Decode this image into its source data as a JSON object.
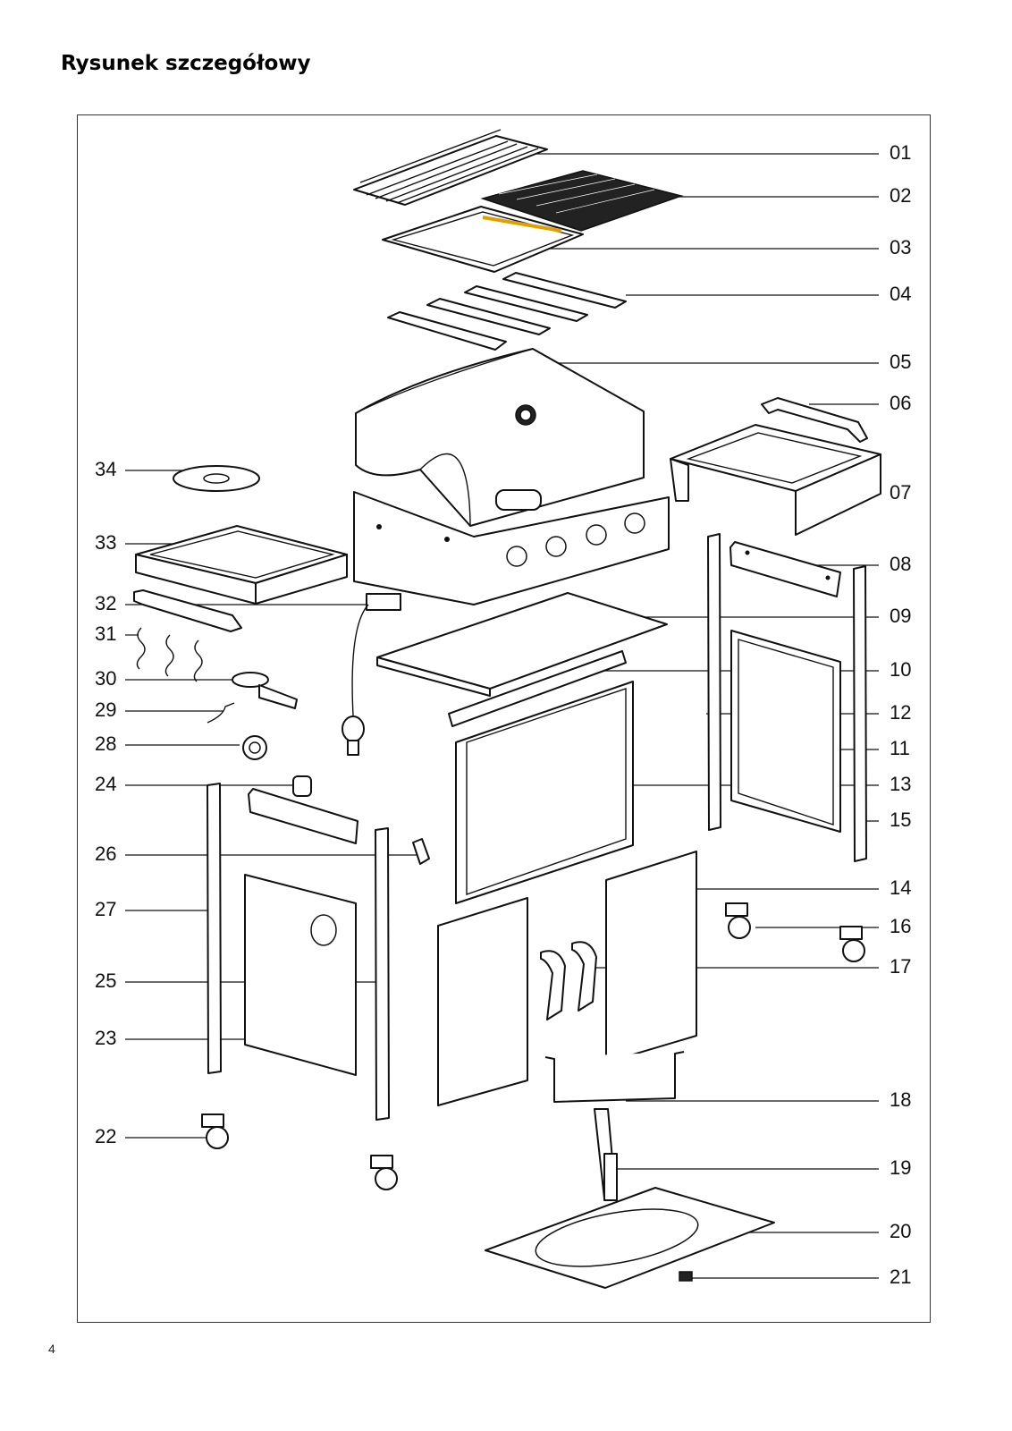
{
  "page": {
    "title": "Rysunek szczegółowy",
    "page_number": "4"
  },
  "labels_right": [
    "01",
    "02",
    "03",
    "04",
    "05",
    "06",
    "07",
    "08",
    "09",
    "10",
    "12",
    "11",
    "13",
    "15",
    "14",
    "16",
    "17",
    "18",
    "19",
    "20",
    "21"
  ],
  "labels_left": [
    "34",
    "33",
    "32",
    "31",
    "30",
    "29",
    "28",
    "24",
    "26",
    "27",
    "25",
    "23",
    "22"
  ]
}
